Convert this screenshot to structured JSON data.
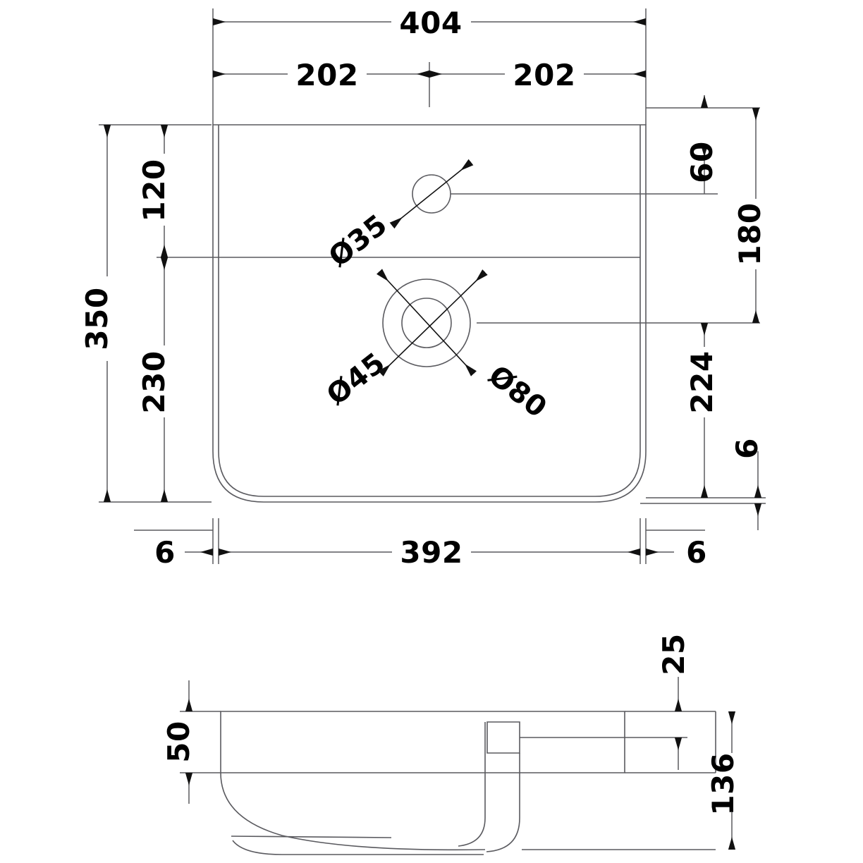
{
  "drawing": {
    "title": "Washbasin technical dimension drawing",
    "units": "mm",
    "line_color": "#5a5a5f",
    "text_color": "#000000",
    "background": "#ffffff",
    "views": [
      {
        "name": "top-view",
        "label": ""
      },
      {
        "name": "side-view",
        "label": ""
      }
    ]
  },
  "top_view": {
    "dimensions": {
      "overall_width": "404",
      "half_width_left": "202",
      "half_width_right": "202",
      "overall_depth": "350",
      "front_to_bowl": "120",
      "bowl_depth": "230",
      "tap_hole_from_back": "60",
      "waste_from_back": "180",
      "waste_to_front": "224",
      "wall_right": "6",
      "inner_width": "392",
      "wall_left_bottom": "6",
      "wall_right_bottom": "6"
    },
    "hole_callouts": {
      "tap_hole": "Ø35",
      "waste_inner": "Ø45",
      "waste_outer": "Ø80"
    }
  },
  "side_view": {
    "dimensions": {
      "rim_height": "50",
      "outlet_offset": "25",
      "overall_height": "136"
    }
  }
}
